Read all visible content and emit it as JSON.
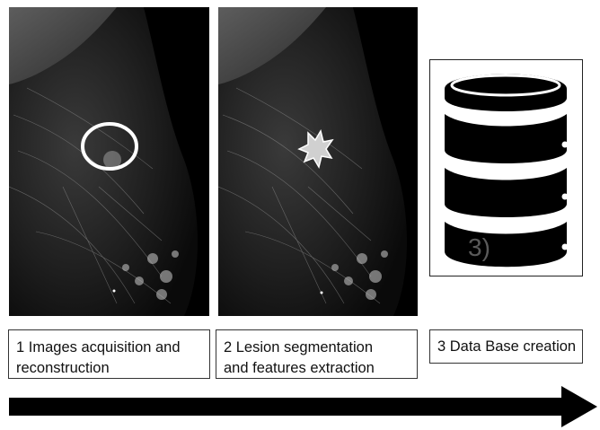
{
  "steps": [
    {
      "caption_line1": "1 Images acquisition and",
      "caption_line2": "reconstruction"
    },
    {
      "caption_line1": "2 Lesion segmentation",
      "caption_line2": "and features extraction"
    },
    {
      "caption_line1": "3 Data Base creation"
    }
  ],
  "database": {
    "label": "3)",
    "icon": "database-icon"
  },
  "images": [
    {
      "icon": "mammogram-image",
      "annotation": "lesion-circle"
    },
    {
      "icon": "mammogram-image",
      "annotation": "segmented-lesion"
    }
  ],
  "colors": {
    "arrow": "#000000",
    "marker": "#ffffff",
    "background": "#000000"
  }
}
